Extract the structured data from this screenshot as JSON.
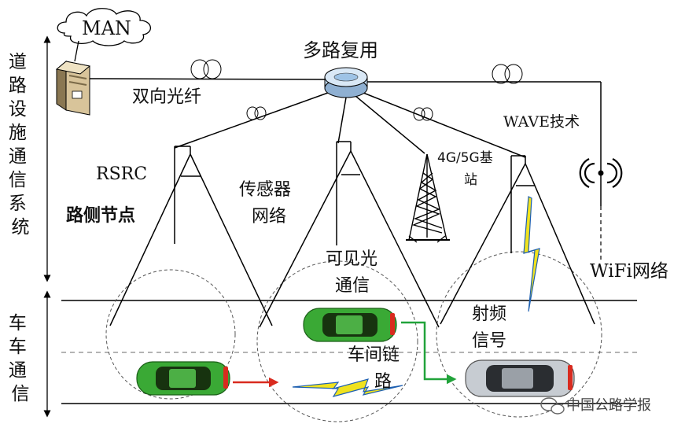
{
  "labels": {
    "man": "MAN",
    "multiplex": "多路复用",
    "fiber": "双向光纤",
    "wave": "WAVE技术",
    "rsrc": "RSRC",
    "roadside_node": "路侧节点",
    "sensor_net_1": "传感器",
    "sensor_net_2": "网络",
    "base_station_1": "4G/5G基",
    "base_station_2": "站",
    "wifi": "WiFi网络",
    "vlc_1": "可见光",
    "vlc_2": "通信",
    "rf_1": "射频",
    "rf_2": "信号",
    "v2v_1": "车间链",
    "v2v_2": "路",
    "road_system": [
      "道",
      "路",
      "设",
      "施",
      "通",
      "信",
      "系",
      "统"
    ],
    "v2v_system": [
      "车",
      "车",
      "通",
      "信"
    ],
    "watermark": "中国公路学报"
  },
  "colors": {
    "car_green": "#3aa935",
    "car_silver": "#c7ccd2",
    "hub_blue": "#9ec3e6",
    "arrow_red": "#d92b1f",
    "arrow_green": "#21a33a",
    "bolt_yellow": "#f0e21e",
    "bolt_blue": "#1d5fb0",
    "server_tan": "#d8c49a"
  },
  "icons": [
    "cloud-icon",
    "server-icon",
    "multiplexer-hub-icon",
    "cell-tower-icon",
    "wifi-antenna-icon",
    "car-icon",
    "lightning-bolt-icon",
    "fiber-coil-icon",
    "wechat-icon"
  ]
}
